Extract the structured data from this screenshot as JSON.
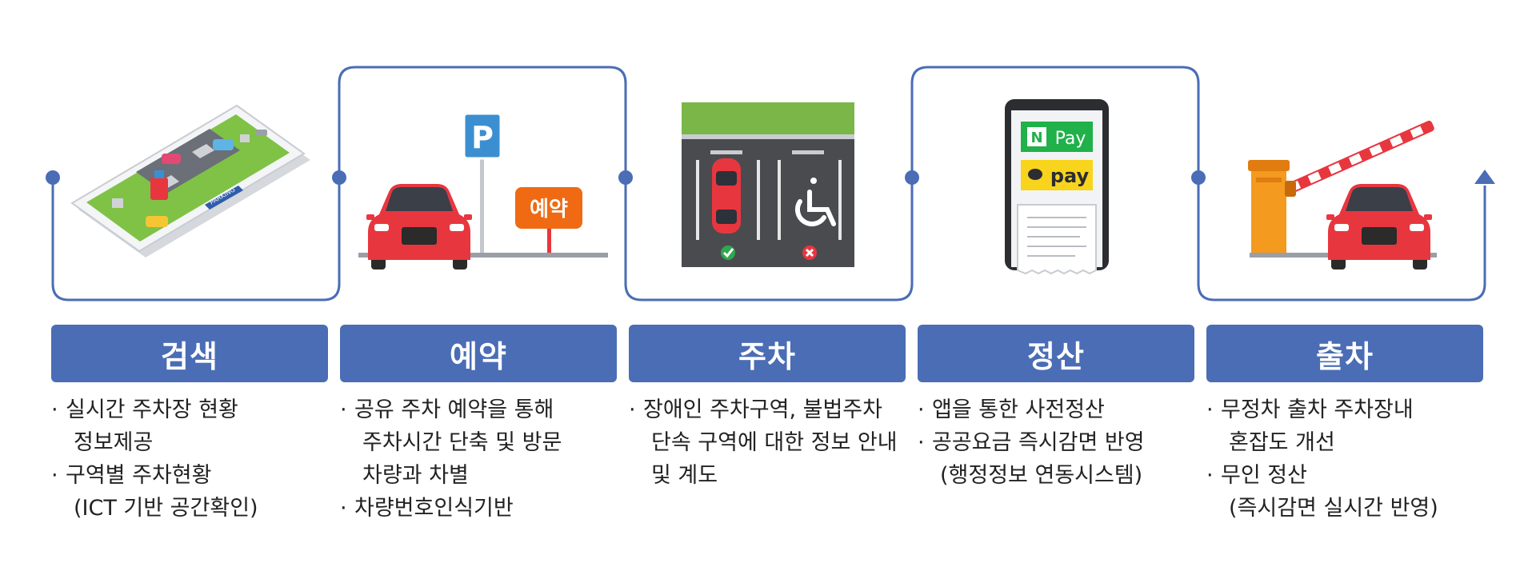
{
  "colors": {
    "flow_line": "#4a6db5",
    "label_bg": "#4a6db5",
    "label_text": "#ffffff",
    "text": "#222222",
    "car": "#e8363f",
    "parking_sign": "#3b8fd0",
    "reserve_sign": "#ef6a12",
    "npay_green": "#20b14a",
    "kakao_yellow": "#f8d41c",
    "barrier_orange": "#f39a1f"
  },
  "illustrations": {
    "search": {
      "icon": "smartphone-parking-map-icon",
      "sign_text": "PARKING"
    },
    "reserve": {
      "icon": "car-parking-reservation-icon",
      "parking_letter": "P",
      "reserve_sign_text": "예약"
    },
    "park": {
      "icon": "parking-lot-accessible-icon"
    },
    "pay": {
      "icon": "mobile-payment-icon",
      "npay_badge": "N",
      "npay_text": "Pay",
      "kakao_text": "pay"
    },
    "exit": {
      "icon": "exit-barrier-car-icon"
    }
  },
  "steps": [
    {
      "label": "검색",
      "items": [
        "실시간 주차장 현황",
        "정보제공",
        "구역별 주차현황",
        "(ICT 기반 공간확인)"
      ]
    },
    {
      "label": "예약",
      "items": [
        "공유 주차 예약을 통해",
        "주차시간 단축 및 방문",
        "차량과 차별",
        "차량번호인식기반"
      ]
    },
    {
      "label": "주차",
      "items": [
        "장애인 주차구역, 불법주차",
        "단속 구역에 대한 정보 안내",
        "및 계도"
      ]
    },
    {
      "label": "정산",
      "items": [
        "앱을 통한 사전정산",
        "공공요금 즉시감면 반영",
        "(행정정보 연동시스템)"
      ]
    },
    {
      "label": "출차",
      "items": [
        "무정차 출차 주차장내",
        "혼잡도 개선",
        "무인 정산",
        "(즉시감면 실시간 반영)"
      ]
    }
  ]
}
